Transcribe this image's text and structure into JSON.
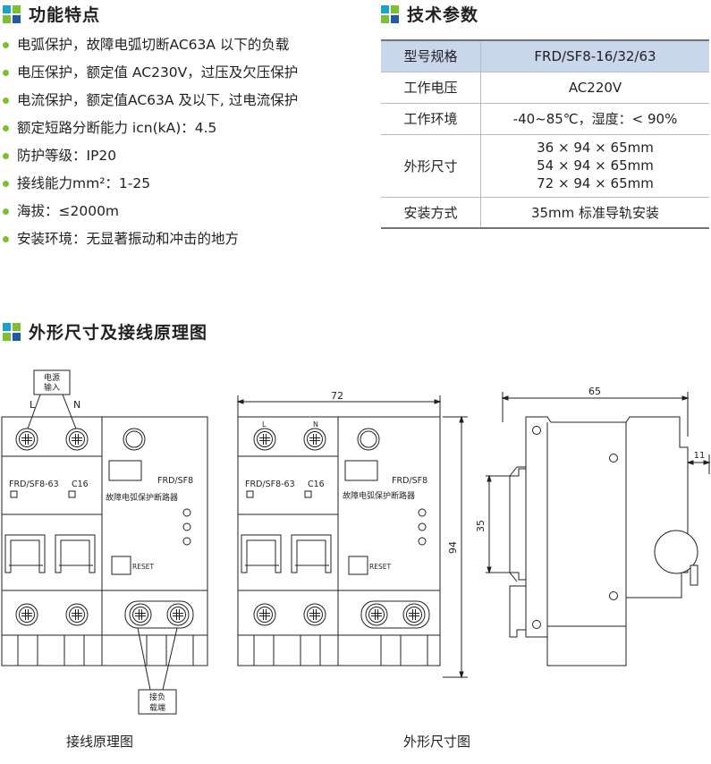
{
  "colors": {
    "square_a": "#1aa3c8",
    "square_b": "#7cbf2f",
    "square_c": "#7cbf2f",
    "square_d": "#1f5aa6",
    "bullet": "#7cbf2f",
    "table_header": "#c8d7ec"
  },
  "features": {
    "title": "功能特点",
    "items": [
      "电弧保护，故障电弧切断AC63A 以下的负载",
      "电压保护，额定值 AC230V，过压及欠压保护",
      "电流保护，额定值AC63A 及以下, 过电流保护",
      "额定短路分断能力 icn(kA)：4.5",
      "防护等级：IP20",
      "接线能力mm²：1-25",
      "海拔：≤2000m",
      "安装环境：无显著振动和冲击的地方"
    ]
  },
  "specs": {
    "title": "技术参数",
    "rows": [
      {
        "key": "型号规格",
        "value": "FRD/SF8-16/32/63"
      },
      {
        "key": "工作电压",
        "value": "AC220V"
      },
      {
        "key": "工作环境",
        "value": "-40~85℃，湿度：< 90%"
      },
      {
        "key": "外形尺寸",
        "values": [
          "36 × 94 × 65mm",
          "54 × 94 × 65mm",
          "72 × 94 × 65mm"
        ]
      },
      {
        "key": "安装方式",
        "value": "35mm 标准导轨安装"
      }
    ]
  },
  "diagram": {
    "title": "外形尺寸及接线原理图",
    "power_input_label": [
      "电源",
      "输入"
    ],
    "load_terminal_label": [
      "接负",
      "载端"
    ],
    "terminal_l": "L",
    "terminal_n": "N",
    "model_left": "FRD/SF8-63",
    "rating": "C16",
    "model_right": "FRD/SF8",
    "device_name": "故障电弧保护断路器",
    "reset_label": "RESET",
    "dim_width": "72",
    "dim_height": "94",
    "dim_depth": "65",
    "dim_rail": "35",
    "dim_side": "11",
    "caption_wiring": "接线原理图",
    "caption_dims": "外形尺寸图"
  }
}
